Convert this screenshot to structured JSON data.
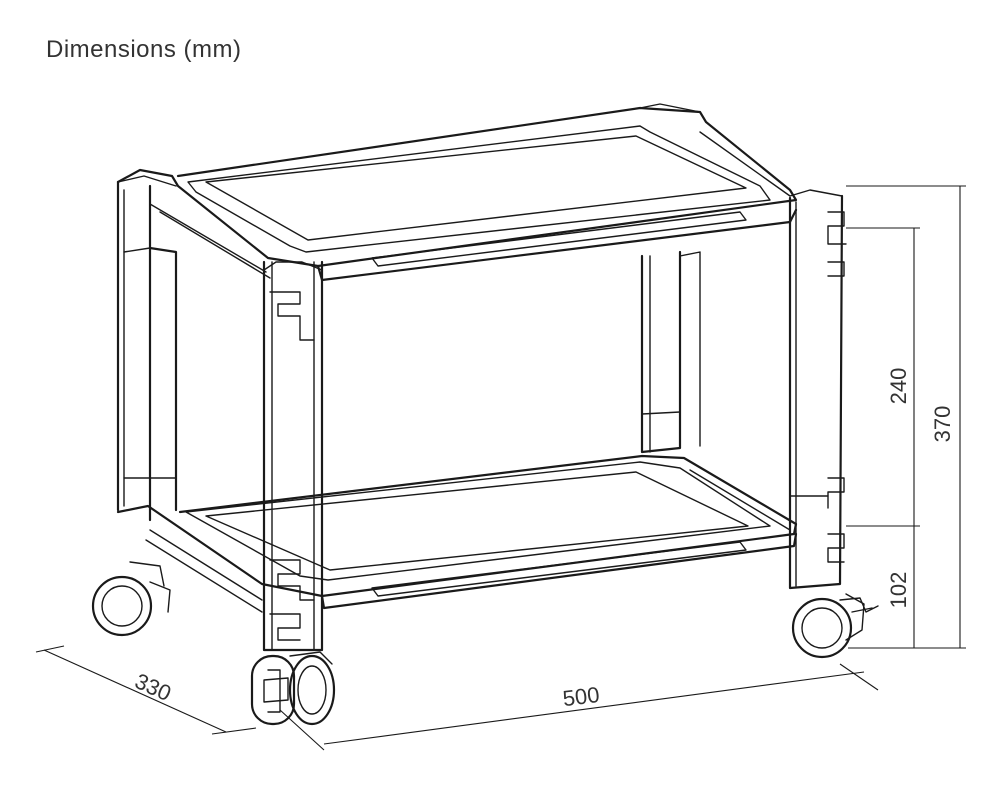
{
  "title": "Dimensions (mm)",
  "dimensions": {
    "width": "500",
    "depth": "330",
    "total_height": "370",
    "shelf_gap": "240",
    "bottom_clearance": "102"
  }
}
